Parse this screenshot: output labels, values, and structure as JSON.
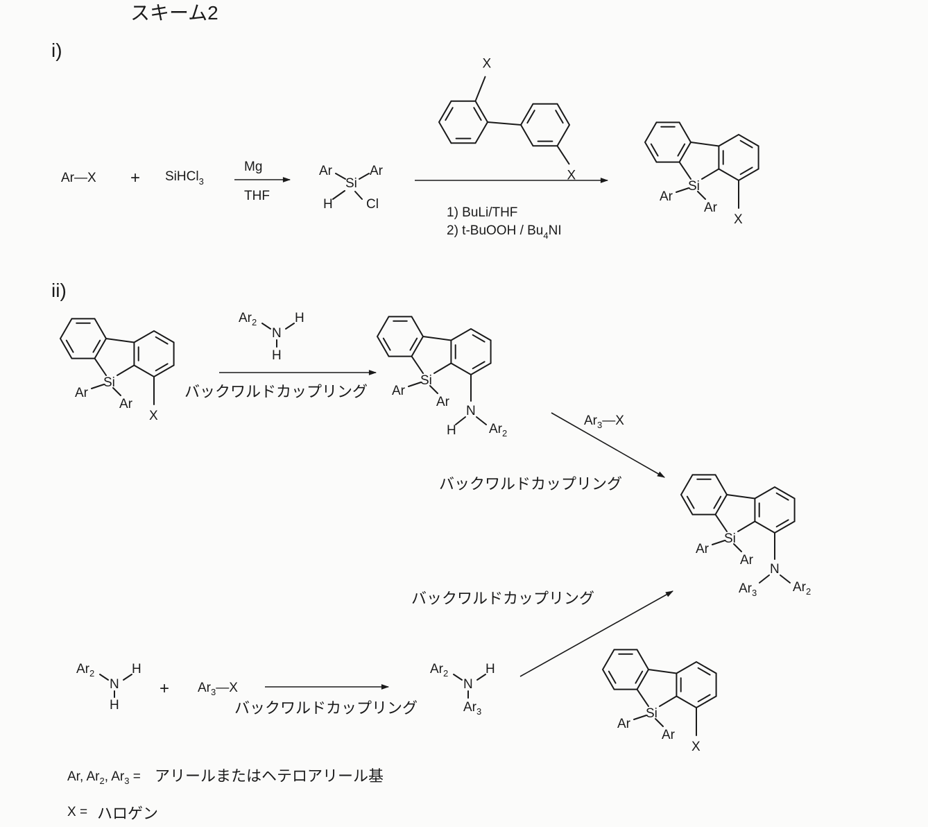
{
  "title": "スキーム2",
  "part_i_label": "i)",
  "part_ii_label": "ii)",
  "atoms": {
    "si": "Si",
    "ar": "Ar",
    "x": "X",
    "n": "N",
    "h": "H",
    "cl": "Cl"
  },
  "section_i": {
    "reactant1": "Ar—X",
    "plus": "+",
    "reactant2": {
      "main": "SiHCl",
      "sub": "3"
    },
    "reagent_top": "Mg",
    "reagent_bottom": "THF",
    "conditions_1": "1) BuLi/THF",
    "conditions_2": {
      "pre": "2) t-BuOOH / Bu",
      "sub": "4",
      "post": "NI"
    }
  },
  "section_ii": {
    "amine_reagent": {
      "ar": "Ar",
      "sub": "2"
    },
    "aryl_halide": {
      "ar": "Ar",
      "sub": "3",
      "rest": "—X"
    },
    "coupling_label": "バックワルドカップリング",
    "plus": "+"
  },
  "legend": {
    "line1_prefix": {
      "a": "Ar, Ar",
      "s2": "2",
      "b": ", Ar",
      "s3": "3",
      "eq": " ="
    },
    "line1_text": "アリールまたはヘテロアリール基",
    "line2_prefix": "X =",
    "line2_text": "ハロゲン"
  }
}
